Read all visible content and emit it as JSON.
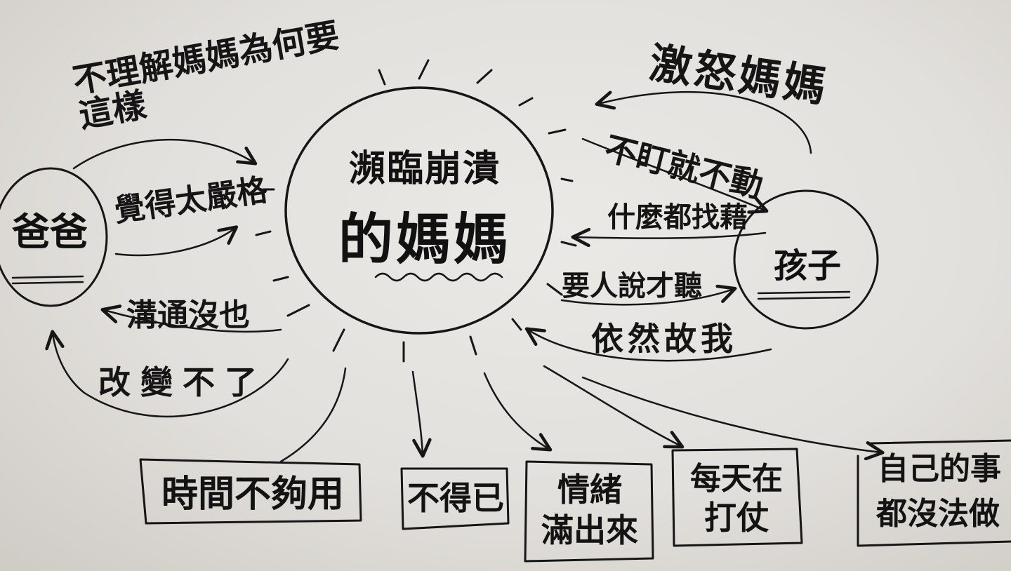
{
  "nodes": {
    "center": {
      "line1": "瀕臨崩潰",
      "line2": "的媽媽"
    },
    "father": {
      "label": "爸爸"
    },
    "child": {
      "label": "孩子"
    }
  },
  "edges": {
    "father_to_center_top": "不理解媽媽為何要這樣",
    "father_to_center_mid": "覺得太嚴格",
    "center_to_father": "溝通沒也",
    "father_loop": "改變不了",
    "anger": "激怒媽媽",
    "child_1": "不盯就不動",
    "child_2": "什麼都找藉",
    "child_3": "要人說才聽",
    "child_4": "依然故我"
  },
  "outcomes": [
    {
      "text": "時間不夠用"
    },
    {
      "text": "不得已"
    },
    {
      "line1": "情緒",
      "line2": "滿出來"
    },
    {
      "line1": "每天在",
      "line2": "打仗"
    },
    {
      "line1": "自己的事",
      "line2": "都沒法做"
    }
  ]
}
